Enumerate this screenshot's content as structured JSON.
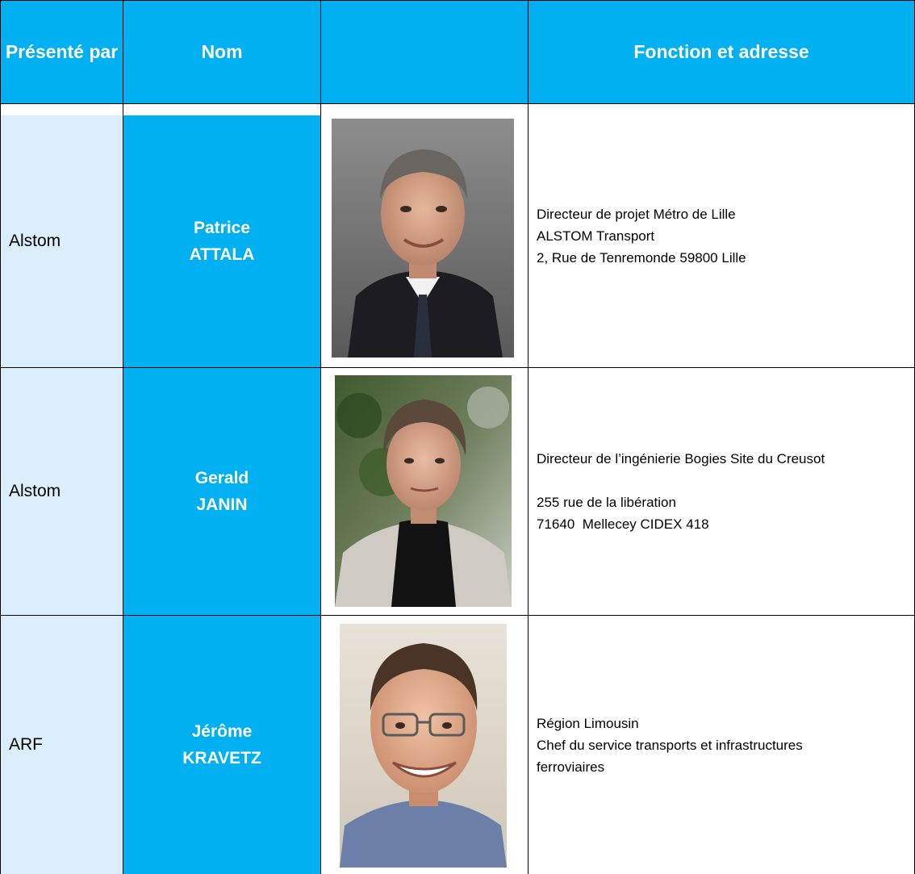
{
  "header": {
    "presented_by": "Présenté par",
    "name": "Nom",
    "photo": "",
    "function_address": "Fonction et adresse"
  },
  "rows": [
    {
      "presented_by": "Alstom",
      "first_name": "Patrice",
      "last_name": "ATTALA",
      "photo_alt": "portrait-patrice-attala",
      "lines": [
        "Directeur de projet Métro de Lille",
        "ALSTOM Transport",
        "2, Rue de Tenremonde 59800 Lille"
      ]
    },
    {
      "presented_by": "Alstom",
      "first_name": "Gerald",
      "last_name": "JANIN",
      "photo_alt": "portrait-gerald-janin",
      "lines": [
        "Directeur de l’ingénierie Bogies Site du Creusot",
        "",
        "255 rue de la libération",
        "71640  Mellecey CIDEX 418"
      ]
    },
    {
      "presented_by": "ARF",
      "first_name": "Jérôme",
      "last_name": "KRAVETZ",
      "photo_alt": "portrait-jerome-kravetz",
      "lines": [
        "Région Limousin",
        "Chef du service transports et infrastructures",
        "ferroviaires"
      ]
    }
  ],
  "colors": {
    "header_bg": "#00b0f0",
    "name_bg": "#00b0f0",
    "presenter_bg": "#dbeefc",
    "border": "#000000"
  }
}
